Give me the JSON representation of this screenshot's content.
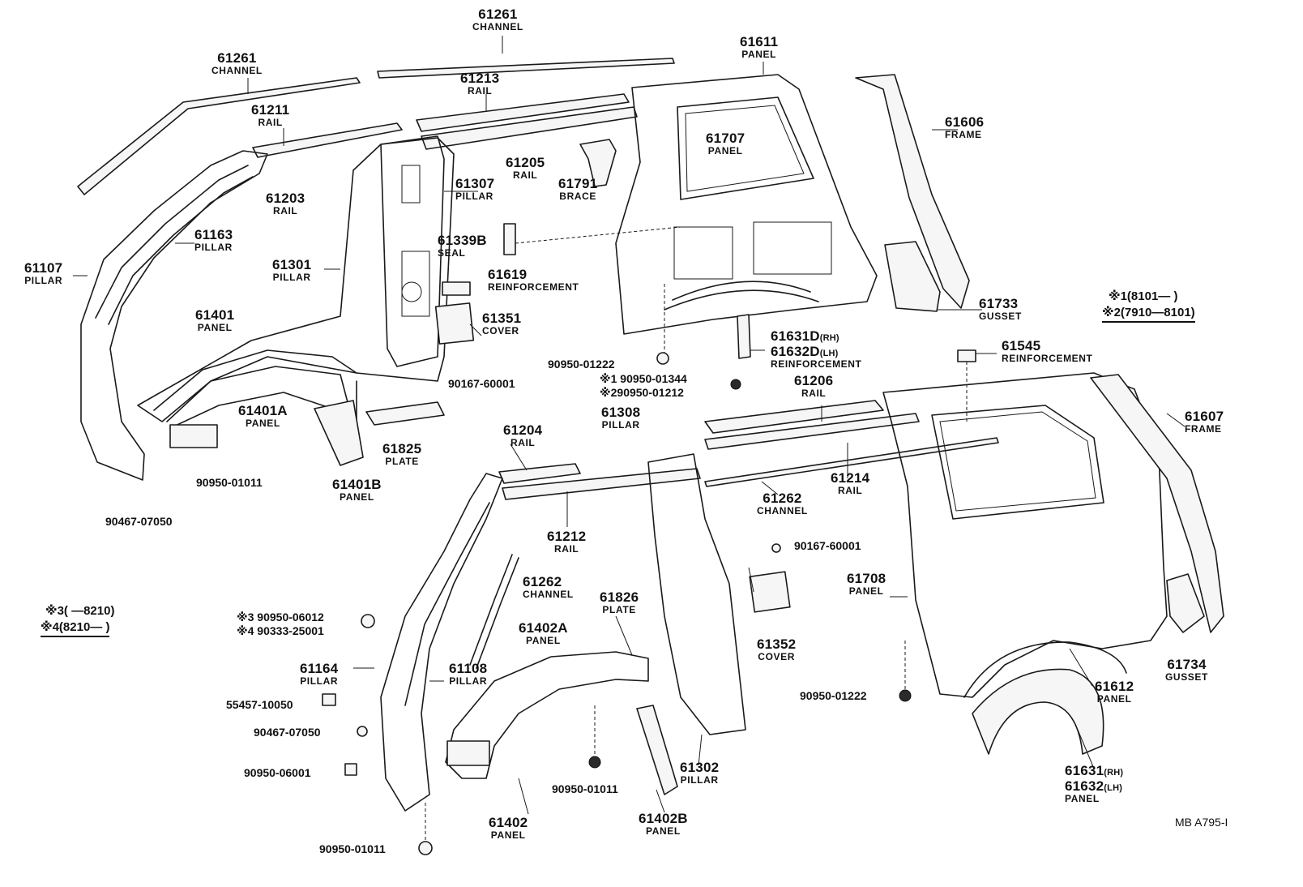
{
  "labels": {
    "l61261a": {
      "num": "61261",
      "name": "CHANNEL"
    },
    "l61261b": {
      "num": "61261",
      "name": "CHANNEL"
    },
    "l61611": {
      "num": "61611",
      "name": "PANEL"
    },
    "l61211": {
      "num": "61211",
      "name": "RAIL"
    },
    "l61213": {
      "num": "61213",
      "name": "RAIL"
    },
    "l61606": {
      "num": "61606",
      "name": "FRAME"
    },
    "l61707": {
      "num": "61707",
      "name": "PANEL"
    },
    "l61205": {
      "num": "61205",
      "name": "RAIL"
    },
    "l61791": {
      "num": "61791",
      "name": "BRACE"
    },
    "l61203": {
      "num": "61203",
      "name": "RAIL"
    },
    "l61307": {
      "num": "61307",
      "name": "PILLAR"
    },
    "l61163": {
      "num": "61163",
      "name": "PILLAR"
    },
    "l61339b": {
      "num": "61339B",
      "name": "SEAL"
    },
    "l61107": {
      "num": "61107",
      "name": "PILLAR"
    },
    "l61301": {
      "num": "61301",
      "name": "PILLAR"
    },
    "l61619": {
      "num": "61619",
      "name": "REINFORCEMENT"
    },
    "l61733": {
      "num": "61733",
      "name": "GUSSET"
    },
    "l61401": {
      "num": "61401",
      "name": "PANEL"
    },
    "l61351": {
      "num": "61351",
      "name": "COVER"
    },
    "l61631d": {
      "num": "61631D",
      "sfx": "(RH)"
    },
    "l61632d": {
      "num": "61632D",
      "sfx": "(LH)",
      "name": "REINFORCEMENT"
    },
    "l61545": {
      "num": "61545",
      "name": "REINFORCEMENT"
    },
    "l61206": {
      "num": "61206",
      "name": "RAIL"
    },
    "l61401a": {
      "num": "61401A",
      "name": "PANEL"
    },
    "l61308": {
      "num": "61308",
      "name": "PILLAR"
    },
    "l61607": {
      "num": "61607",
      "name": "FRAME"
    },
    "l61204": {
      "num": "61204",
      "name": "RAIL"
    },
    "l61825": {
      "num": "61825",
      "name": "PLATE"
    },
    "l61401b": {
      "num": "61401B",
      "name": "PANEL"
    },
    "l61262a": {
      "num": "61262",
      "name": "CHANNEL"
    },
    "l61214": {
      "num": "61214",
      "name": "RAIL"
    },
    "l61212": {
      "num": "61212",
      "name": "RAIL"
    },
    "l61708": {
      "num": "61708",
      "name": "PANEL"
    },
    "l61262b": {
      "num": "61262",
      "name": "CHANNEL"
    },
    "l61826": {
      "num": "61826",
      "name": "PLATE"
    },
    "l61402a": {
      "num": "61402A",
      "name": "PANEL"
    },
    "l61734": {
      "num": "61734",
      "name": "GUSSET"
    },
    "l61164": {
      "num": "61164",
      "name": "PILLAR"
    },
    "l61108": {
      "num": "61108",
      "name": "PILLAR"
    },
    "l61352": {
      "num": "61352",
      "name": "COVER"
    },
    "l61612": {
      "num": "61612",
      "name": "PANEL"
    },
    "l61302": {
      "num": "61302",
      "name": "PILLAR"
    },
    "l61631": {
      "num": "61631",
      "sfx": "(RH)"
    },
    "l61632": {
      "num": "61632",
      "sfx": "(LH)",
      "name": "PANEL"
    },
    "l61402": {
      "num": "61402",
      "name": "PANEL"
    },
    "l61402b": {
      "num": "61402B",
      "name": "PANEL"
    }
  },
  "part_numbers": {
    "p1": "90950-01222",
    "p2": "90950-01344",
    "p3": "90950-01212",
    "p4": "90167-60001",
    "p5": "90950-01011",
    "p6": "90467-07050",
    "p7": "90167-60001",
    "p8": "90950-06012",
    "p9": "90333-25001",
    "p10": "55457-10050",
    "p11": "90467-07050",
    "p12": "90950-06001",
    "p13": "90950-01011",
    "p14": "90950-01222",
    "p15": "90950-01011"
  },
  "marks": {
    "m1": "※1",
    "m2": "※2",
    "m3": "※3",
    "m4": "※4"
  },
  "references": {
    "r1": "※1(8101—      )",
    "r2": "※2(7910—8101)",
    "r3": "※3(         —8210)",
    "r4": "※4(8210—         )"
  },
  "footer_code": "MB  A795-I"
}
